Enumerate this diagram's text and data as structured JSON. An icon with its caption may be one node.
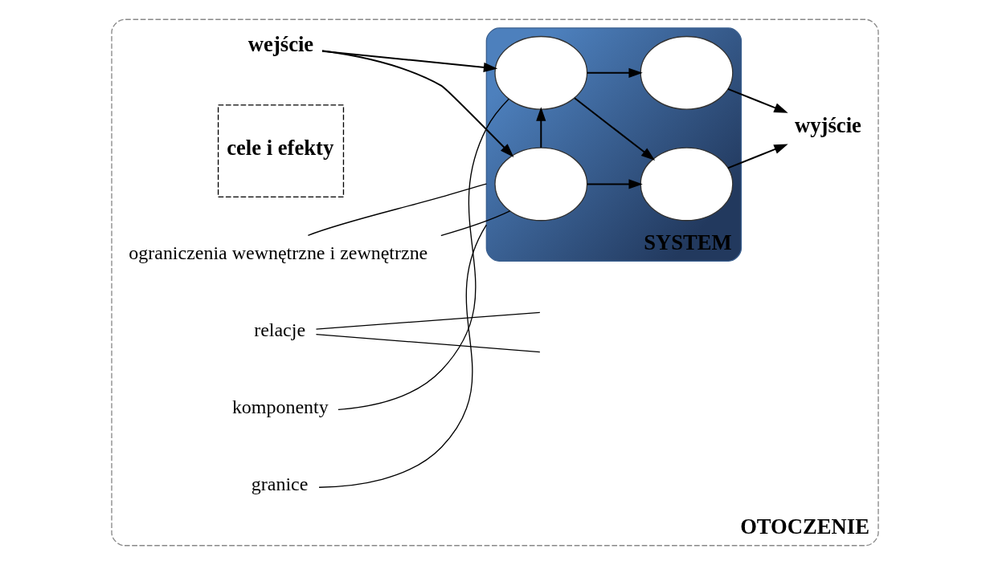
{
  "diagram": {
    "nodes": [
      {
        "text": [
          "OTOCZENIE"
        ]
      },
      {
        "text": [
          "SYSTEM"
        ],
        "in": 0
      },
      {
        "text": [],
        "shape": "circle",
        "in": 1
      },
      {
        "text": [],
        "shape": "circle",
        "in": 1
      },
      {
        "text": [],
        "shape": "circle",
        "in": 1
      },
      {
        "text": [],
        "shape": "circle",
        "in": 1
      },
      {
        "text": [
          "wejście"
        ],
        "in": 0
      },
      {
        "text": [
          "wyjście"
        ],
        "in": 0
      },
      {
        "text": [
          "cele i efekty"
        ],
        "in": 0
      },
      {
        "text": [
          "ograniczenia wewnętrzne i zewnętrzne"
        ],
        "in": 0
      },
      {
        "text": [
          "relacje"
        ],
        "in": 0
      },
      {
        "text": [
          "komponenty"
        ],
        "in": 0
      },
      {
        "text": [
          "granice"
        ],
        "in": 0
      }
    ],
    "edges": [
      {
        "from": 6,
        "to": 2,
        "arrow": "to"
      },
      {
        "from": 6,
        "to": 4,
        "arrow": "to"
      },
      {
        "from": 2,
        "to": 3,
        "arrow": "to"
      },
      {
        "from": 2,
        "to": 4,
        "arrow": "to"
      },
      {
        "from": 4,
        "to": 3,
        "arrow": "to"
      },
      {
        "from": 4,
        "to": 5,
        "arrow": "to"
      },
      {
        "from": 3,
        "to": 7,
        "arrow": "to"
      },
      {
        "from": 5,
        "to": 7,
        "arrow": "to"
      },
      {
        "from": 9,
        "to": 2,
        "arrow": "none"
      },
      {
        "from": 9,
        "to": 1,
        "arrow": "none"
      },
      {
        "from": 10,
        "to": null,
        "arrow": "none"
      },
      {
        "from": 10,
        "to": null,
        "arrow": "none"
      },
      {
        "from": 11,
        "to": 4,
        "arrow": "none"
      },
      {
        "from": 12,
        "to": 1,
        "arrow": "none"
      }
    ]
  }
}
